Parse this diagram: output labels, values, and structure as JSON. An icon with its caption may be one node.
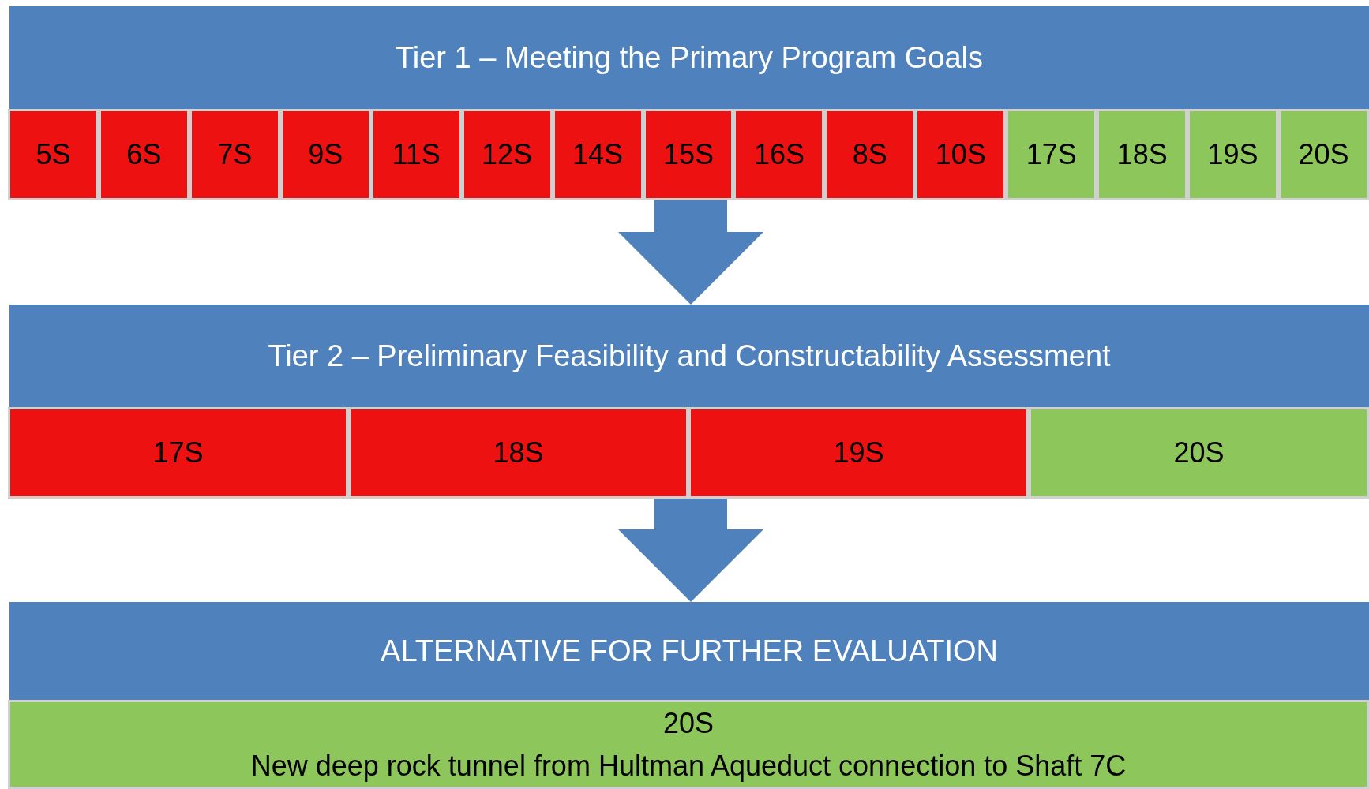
{
  "diagram": {
    "nodes": [
      {
        "text": [
          "Tier 1 – Meeting the Primary Program Goals"
        ]
      },
      {
        "text": [
          "5S"
        ],
        "in": 0
      },
      {
        "text": [
          "6S"
        ],
        "in": 0
      },
      {
        "text": [
          "7S"
        ],
        "in": 0
      },
      {
        "text": [
          "9S"
        ],
        "in": 0
      },
      {
        "text": [
          "11S"
        ],
        "in": 0
      },
      {
        "text": [
          "12S"
        ],
        "in": 0
      },
      {
        "text": [
          "14S"
        ],
        "in": 0
      },
      {
        "text": [
          "15S"
        ],
        "in": 0
      },
      {
        "text": [
          "16S"
        ],
        "in": 0
      },
      {
        "text": [
          "8S"
        ],
        "in": 0
      },
      {
        "text": [
          "10S"
        ],
        "in": 0
      },
      {
        "text": [
          "17S"
        ],
        "in": 0
      },
      {
        "text": [
          "18S"
        ],
        "in": 0
      },
      {
        "text": [
          "19S"
        ],
        "in": 0
      },
      {
        "text": [
          "20S"
        ],
        "in": 0
      },
      {
        "text": [
          "Tier 2 – Preliminary Feasibility and Constructability Assessment"
        ]
      },
      {
        "text": [
          "17S"
        ],
        "in": 16
      },
      {
        "text": [
          "18S"
        ],
        "in": 16
      },
      {
        "text": [
          "19S"
        ],
        "in": 16
      },
      {
        "text": [
          "20S"
        ],
        "in": 16
      },
      {
        "text": [
          "ALTERNATIVE FOR FURTHER EVALUATION"
        ]
      },
      {
        "text": [
          "20S",
          "New deep rock tunnel from Hultman Aqueduct connection to Shaft 7C"
        ],
        "in": 21
      }
    ],
    "edges": [
      {
        "from": 0,
        "to": 16,
        "arrow": "to"
      },
      {
        "from": 16,
        "to": 21,
        "arrow": "to"
      }
    ]
  }
}
